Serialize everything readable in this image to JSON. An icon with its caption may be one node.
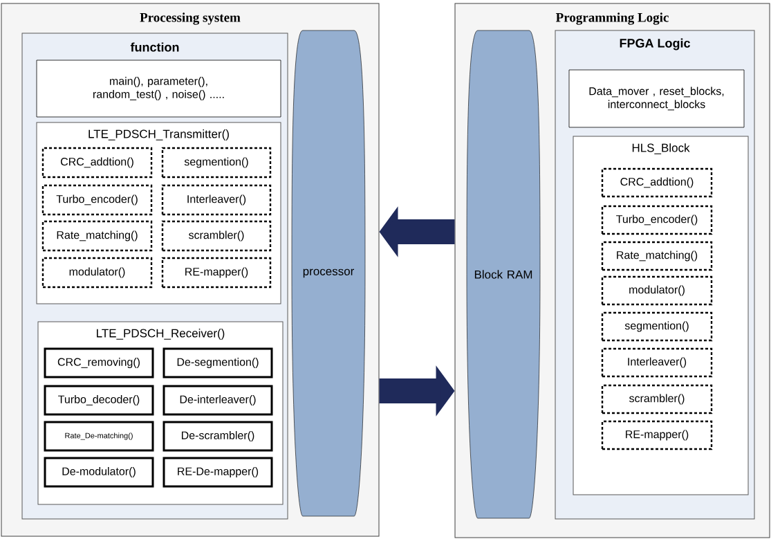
{
  "diagram": {
    "nodes": [
      {
        "text": [
          "Processing system"
        ]
      },
      {
        "text": [
          "function"
        ],
        "in": 0
      },
      {
        "text": [
          "main(), parameter(), random_test() , noise() ....."
        ],
        "in": 1
      },
      {
        "text": [
          "LTE_PDSCH_Transmitter()"
        ],
        "in": 1
      },
      {
        "text": [
          "CRC_addtion()"
        ],
        "in": 3
      },
      {
        "text": [
          "segmention()"
        ],
        "in": 3
      },
      {
        "text": [
          "Turbo_encoder()"
        ],
        "in": 3
      },
      {
        "text": [
          "Interleaver()"
        ],
        "in": 3
      },
      {
        "text": [
          "Rate_matching()"
        ],
        "in": 3
      },
      {
        "text": [
          "scrambler()"
        ],
        "in": 3
      },
      {
        "text": [
          "modulator()"
        ],
        "in": 3
      },
      {
        "text": [
          "RE-mapper()"
        ],
        "in": 3
      },
      {
        "text": [
          "LTE_PDSCH_Receiver()"
        ],
        "in": 1
      },
      {
        "text": [
          "CRC_removing()"
        ],
        "in": 12
      },
      {
        "text": [
          "De-segmention()"
        ],
        "in": 12
      },
      {
        "text": [
          "Turbo_decoder()"
        ],
        "in": 12
      },
      {
        "text": [
          "De-interleaver()"
        ],
        "in": 12
      },
      {
        "text": [
          "Rate_De-matching()"
        ],
        "in": 12
      },
      {
        "text": [
          "De-scrambler()"
        ],
        "in": 12
      },
      {
        "text": [
          "De-modulator()"
        ],
        "in": 12
      },
      {
        "text": [
          "RE-De-mapper()"
        ],
        "in": 12
      },
      {
        "text": [
          "processor"
        ],
        "in": 0
      },
      {
        "text": [
          "Programming Logic"
        ]
      },
      {
        "text": [
          "Block RAM"
        ],
        "in": 22
      },
      {
        "text": [
          "FPGA Logic"
        ],
        "in": 22
      },
      {
        "text": [
          "Data_mover , reset_blocks, interconnect_blocks"
        ],
        "in": 24
      },
      {
        "text": [
          "HLS_Block"
        ],
        "in": 24
      },
      {
        "text": [
          "CRC_addtion()"
        ],
        "in": 26
      },
      {
        "text": [
          "Turbo_encoder()"
        ],
        "in": 26
      },
      {
        "text": [
          "Rate_matching()"
        ],
        "in": 26
      },
      {
        "text": [
          "modulator()"
        ],
        "in": 26
      },
      {
        "text": [
          "segmention()"
        ],
        "in": 26
      },
      {
        "text": [
          "Interleaver()"
        ],
        "in": 26
      },
      {
        "text": [
          "scrambler()"
        ],
        "in": 26
      },
      {
        "text": [
          "RE-mapper()"
        ],
        "in": 26
      }
    ],
    "edges": [
      {
        "from": 22,
        "to": 0,
        "arrow": "to"
      },
      {
        "from": 0,
        "to": 22,
        "arrow": "to"
      }
    ]
  }
}
